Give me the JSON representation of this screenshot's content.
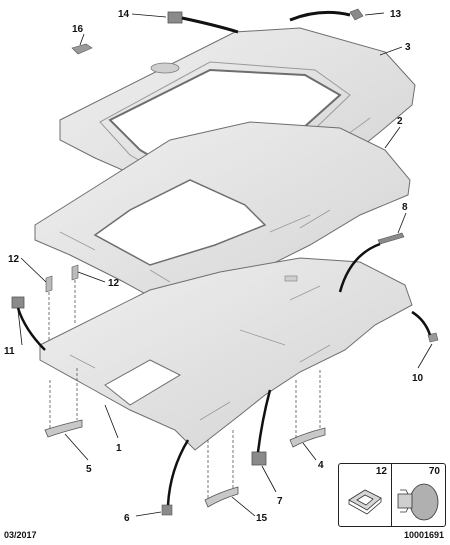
{
  "diagram": {
    "callouts": {
      "c1": "1",
      "c2": "2",
      "c3": "3",
      "c4": "4",
      "c5": "5",
      "c6": "6",
      "c7": "7",
      "c8": "8",
      "c10": "10",
      "c11": "11",
      "c12a": "12",
      "c12b": "12",
      "c13": "13",
      "c14": "14",
      "c15": "15",
      "c16": "16"
    },
    "inset": {
      "left_number": "12",
      "right_number": "70"
    },
    "footer": {
      "date": "03/2017",
      "reference": "10001691"
    }
  },
  "colors": {
    "panel_fill": "#e4e4e4",
    "panel_stroke": "#6e6e6e",
    "part_dark": "#8a8a8a",
    "leader": "#111111"
  }
}
